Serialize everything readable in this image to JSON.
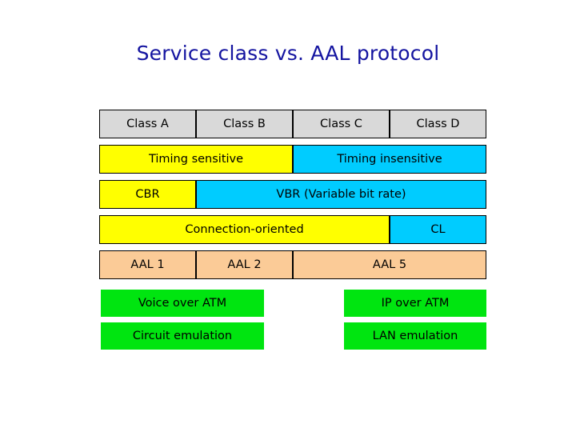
{
  "slide": {
    "title": "Service class vs. AAL protocol",
    "title_color": "#1414a0",
    "background": "#ffffff"
  },
  "colors": {
    "gray": "#d9d9d9",
    "yellow": "#ffff00",
    "cyan": "#00ccff",
    "peach": "#fbcb97",
    "green": "#00e510",
    "border": "#000000",
    "text": "#000000"
  },
  "table": {
    "columns": [
      "Class A",
      "Class B",
      "Class C",
      "Class D"
    ],
    "rows": [
      {
        "name": "service-class-row",
        "cells": [
          {
            "label": "Class A",
            "span": 1,
            "fill": "gray",
            "bordered": true
          },
          {
            "label": "Class B",
            "span": 1,
            "fill": "gray",
            "bordered": true
          },
          {
            "label": "Class C",
            "span": 1,
            "fill": "gray",
            "bordered": true
          },
          {
            "label": "Class D",
            "span": 1,
            "fill": "gray",
            "bordered": true
          }
        ]
      },
      {
        "name": "timing-row",
        "cells": [
          {
            "label": "Timing sensitive",
            "span": 2,
            "fill": "yellow",
            "bordered": true
          },
          {
            "label": "Timing insensitive",
            "span": 2,
            "fill": "cyan",
            "bordered": true
          }
        ]
      },
      {
        "name": "bitrate-row",
        "cells": [
          {
            "label": "CBR",
            "span": 1,
            "fill": "yellow",
            "bordered": true
          },
          {
            "label": "VBR (Variable bit rate)",
            "span": 3,
            "fill": "cyan",
            "bordered": true
          }
        ]
      },
      {
        "name": "connection-mode-row",
        "cells": [
          {
            "label": "Connection-oriented",
            "span": 3,
            "fill": "yellow",
            "bordered": true
          },
          {
            "label": "CL",
            "span": 1,
            "fill": "cyan",
            "bordered": true
          }
        ]
      },
      {
        "name": "aal-protocol-row",
        "cells": [
          {
            "label": "AAL 1",
            "span": 1,
            "fill": "peach",
            "bordered": true
          },
          {
            "label": "AAL 2",
            "span": 1,
            "fill": "peach",
            "bordered": true
          },
          {
            "label": "AAL 5",
            "span": 2,
            "fill": "peach",
            "bordered": true
          }
        ]
      }
    ]
  },
  "examples": {
    "row1": {
      "left": "Voice over ATM",
      "right": "IP over ATM"
    },
    "row2": {
      "left": "Circuit emulation",
      "right": "LAN emulation"
    }
  }
}
